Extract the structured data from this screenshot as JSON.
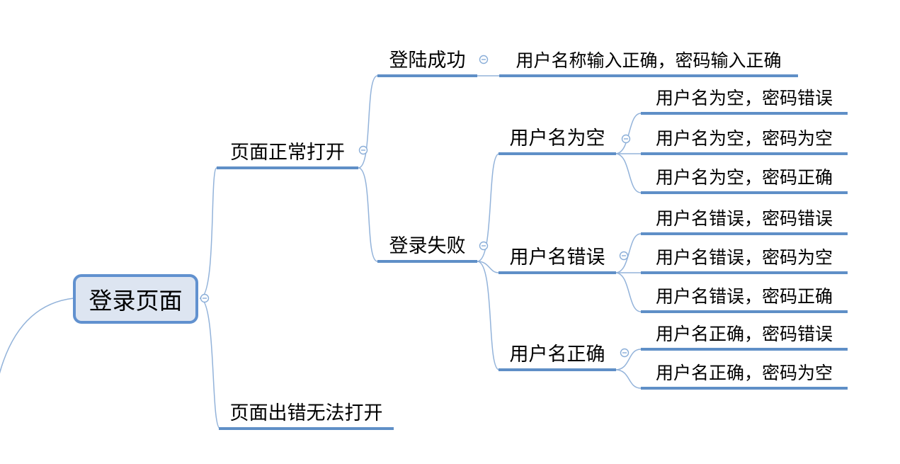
{
  "colors": {
    "background": "#ffffff",
    "topic_underline": "#5f8fc7",
    "connector": "#93b3da",
    "root_border": "#6191cf",
    "root_fill": "#dde5f1",
    "collapse_icon": "#8aaed8",
    "text": "#000000"
  },
  "icons": {
    "collapse": "minus-circle"
  },
  "mindmap": {
    "root": {
      "label": "登录页面"
    },
    "level1": {
      "page_open": {
        "label": "页面正常打开"
      },
      "page_error": {
        "label": "页面出错无法打开"
      }
    },
    "level2": {
      "login_success": {
        "label": "登陆成功"
      },
      "login_fail": {
        "label": "登录失败"
      }
    },
    "level3": {
      "success_case": {
        "label": "用户名称输入正确，密码输入正确"
      },
      "user_empty": {
        "label": "用户名为空"
      },
      "user_wrong": {
        "label": "用户名错误"
      },
      "user_correct": {
        "label": "用户名正确"
      }
    },
    "cases": [
      {
        "label": "用户名为空，密码错误"
      },
      {
        "label": "用户名为空，密码为空"
      },
      {
        "label": "用户名为空，密码正确"
      },
      {
        "label": "用户名错误，密码错误"
      },
      {
        "label": "用户名错误，密码为空"
      },
      {
        "label": "用户名错误，密码正确"
      },
      {
        "label": "用户名正确，密码错误"
      },
      {
        "label": "用户名正确，密码为空"
      }
    ]
  }
}
